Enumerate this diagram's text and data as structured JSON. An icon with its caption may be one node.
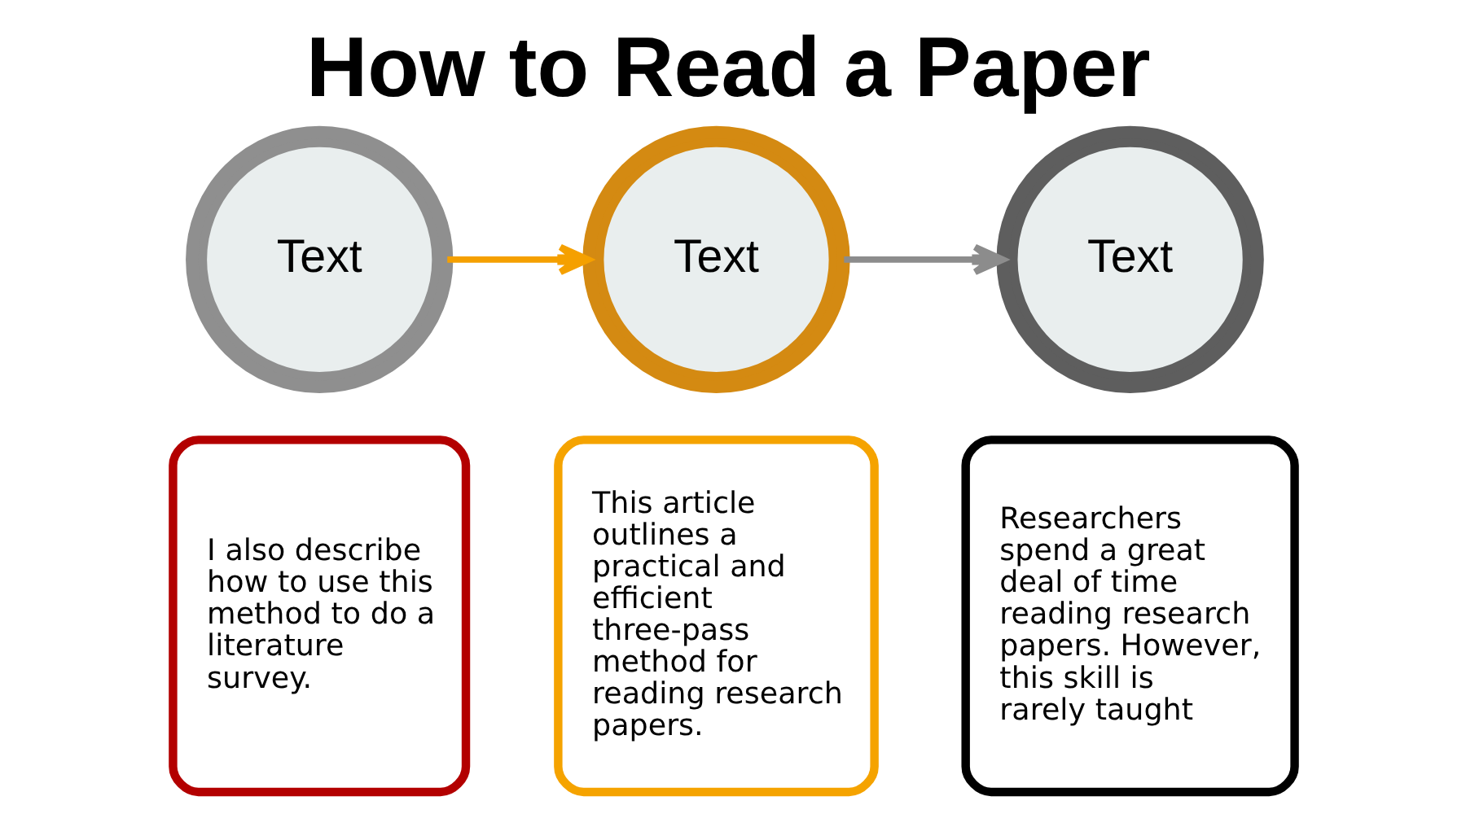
{
  "diagram": {
    "title": "How to Read a Paper",
    "nodes": [
      {
        "text": [
          "Text"
        ]
      },
      {
        "text": [
          "Text"
        ]
      },
      {
        "text": [
          "Text"
        ]
      },
      {
        "text": [
          "I also describe how to use this method to do a literature survey."
        ]
      },
      {
        "text": [
          "This article outlines a practical and efficient three-pass method for reading research papers."
        ]
      },
      {
        "text": [
          "Researchers spend a great deal of time reading research papers. However, this skill is rarely taught"
        ]
      }
    ],
    "edges": [
      {
        "from": 0,
        "to": 1,
        "arrow": "to",
        "color": "#f5a000"
      },
      {
        "from": 1,
        "to": 2,
        "arrow": "to",
        "color": "#8c8c8c"
      }
    ]
  }
}
